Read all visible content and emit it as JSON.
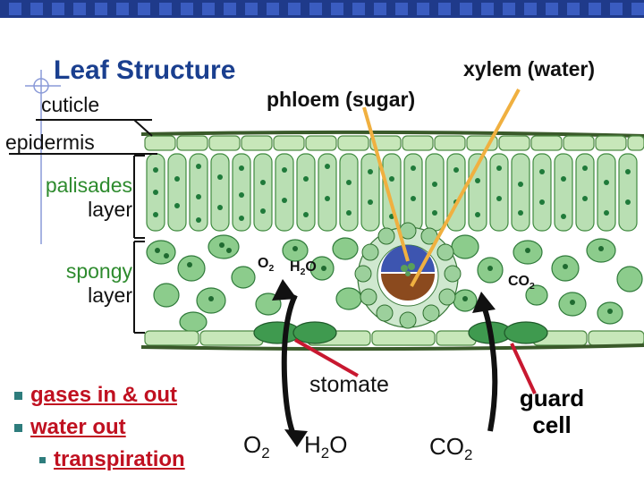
{
  "title": "Leaf Structure",
  "labels": {
    "cuticle": "cuticle",
    "epidermis": "epidermis",
    "palisades_line1": "palisades",
    "palisades_line2": "layer",
    "spongy_line1": "spongy",
    "spongy_line2": "layer",
    "phloem": "phloem (sugar)",
    "xylem": "xylem (water)",
    "stomate": "stomate",
    "guard_line1": "guard",
    "guard_line2": "cell"
  },
  "bullets": {
    "gases": "gases in & out",
    "water": "water out",
    "transpiration": "transpiration"
  },
  "inside_gases": {
    "o2_base": "O",
    "o2_sub": "2",
    "h2o_a": "H",
    "h2o_sub": "2",
    "h2o_b": "O",
    "co2_base": "CO",
    "co2_sub": "2"
  },
  "bottom_gases": {
    "o2_base": "O",
    "o2_sub": "2",
    "h2o_a": "H",
    "h2o_sub": "2",
    "h2o_b": "O",
    "co2_base": "CO",
    "co2_sub": "2"
  },
  "colors": {
    "header_bar": "#1f3a8a",
    "title": "#1a3f8f",
    "bullet_text": "#c01020",
    "pointer_line": "#f0b040",
    "guard_pointer": "#c81830",
    "palisade_cell": "#b9dfb3",
    "spongy_cell": "#8ccc8c",
    "chloroplast": "#1f7a3a",
    "epidermis": "#c7e7b9",
    "air_space": "#ffffff"
  }
}
